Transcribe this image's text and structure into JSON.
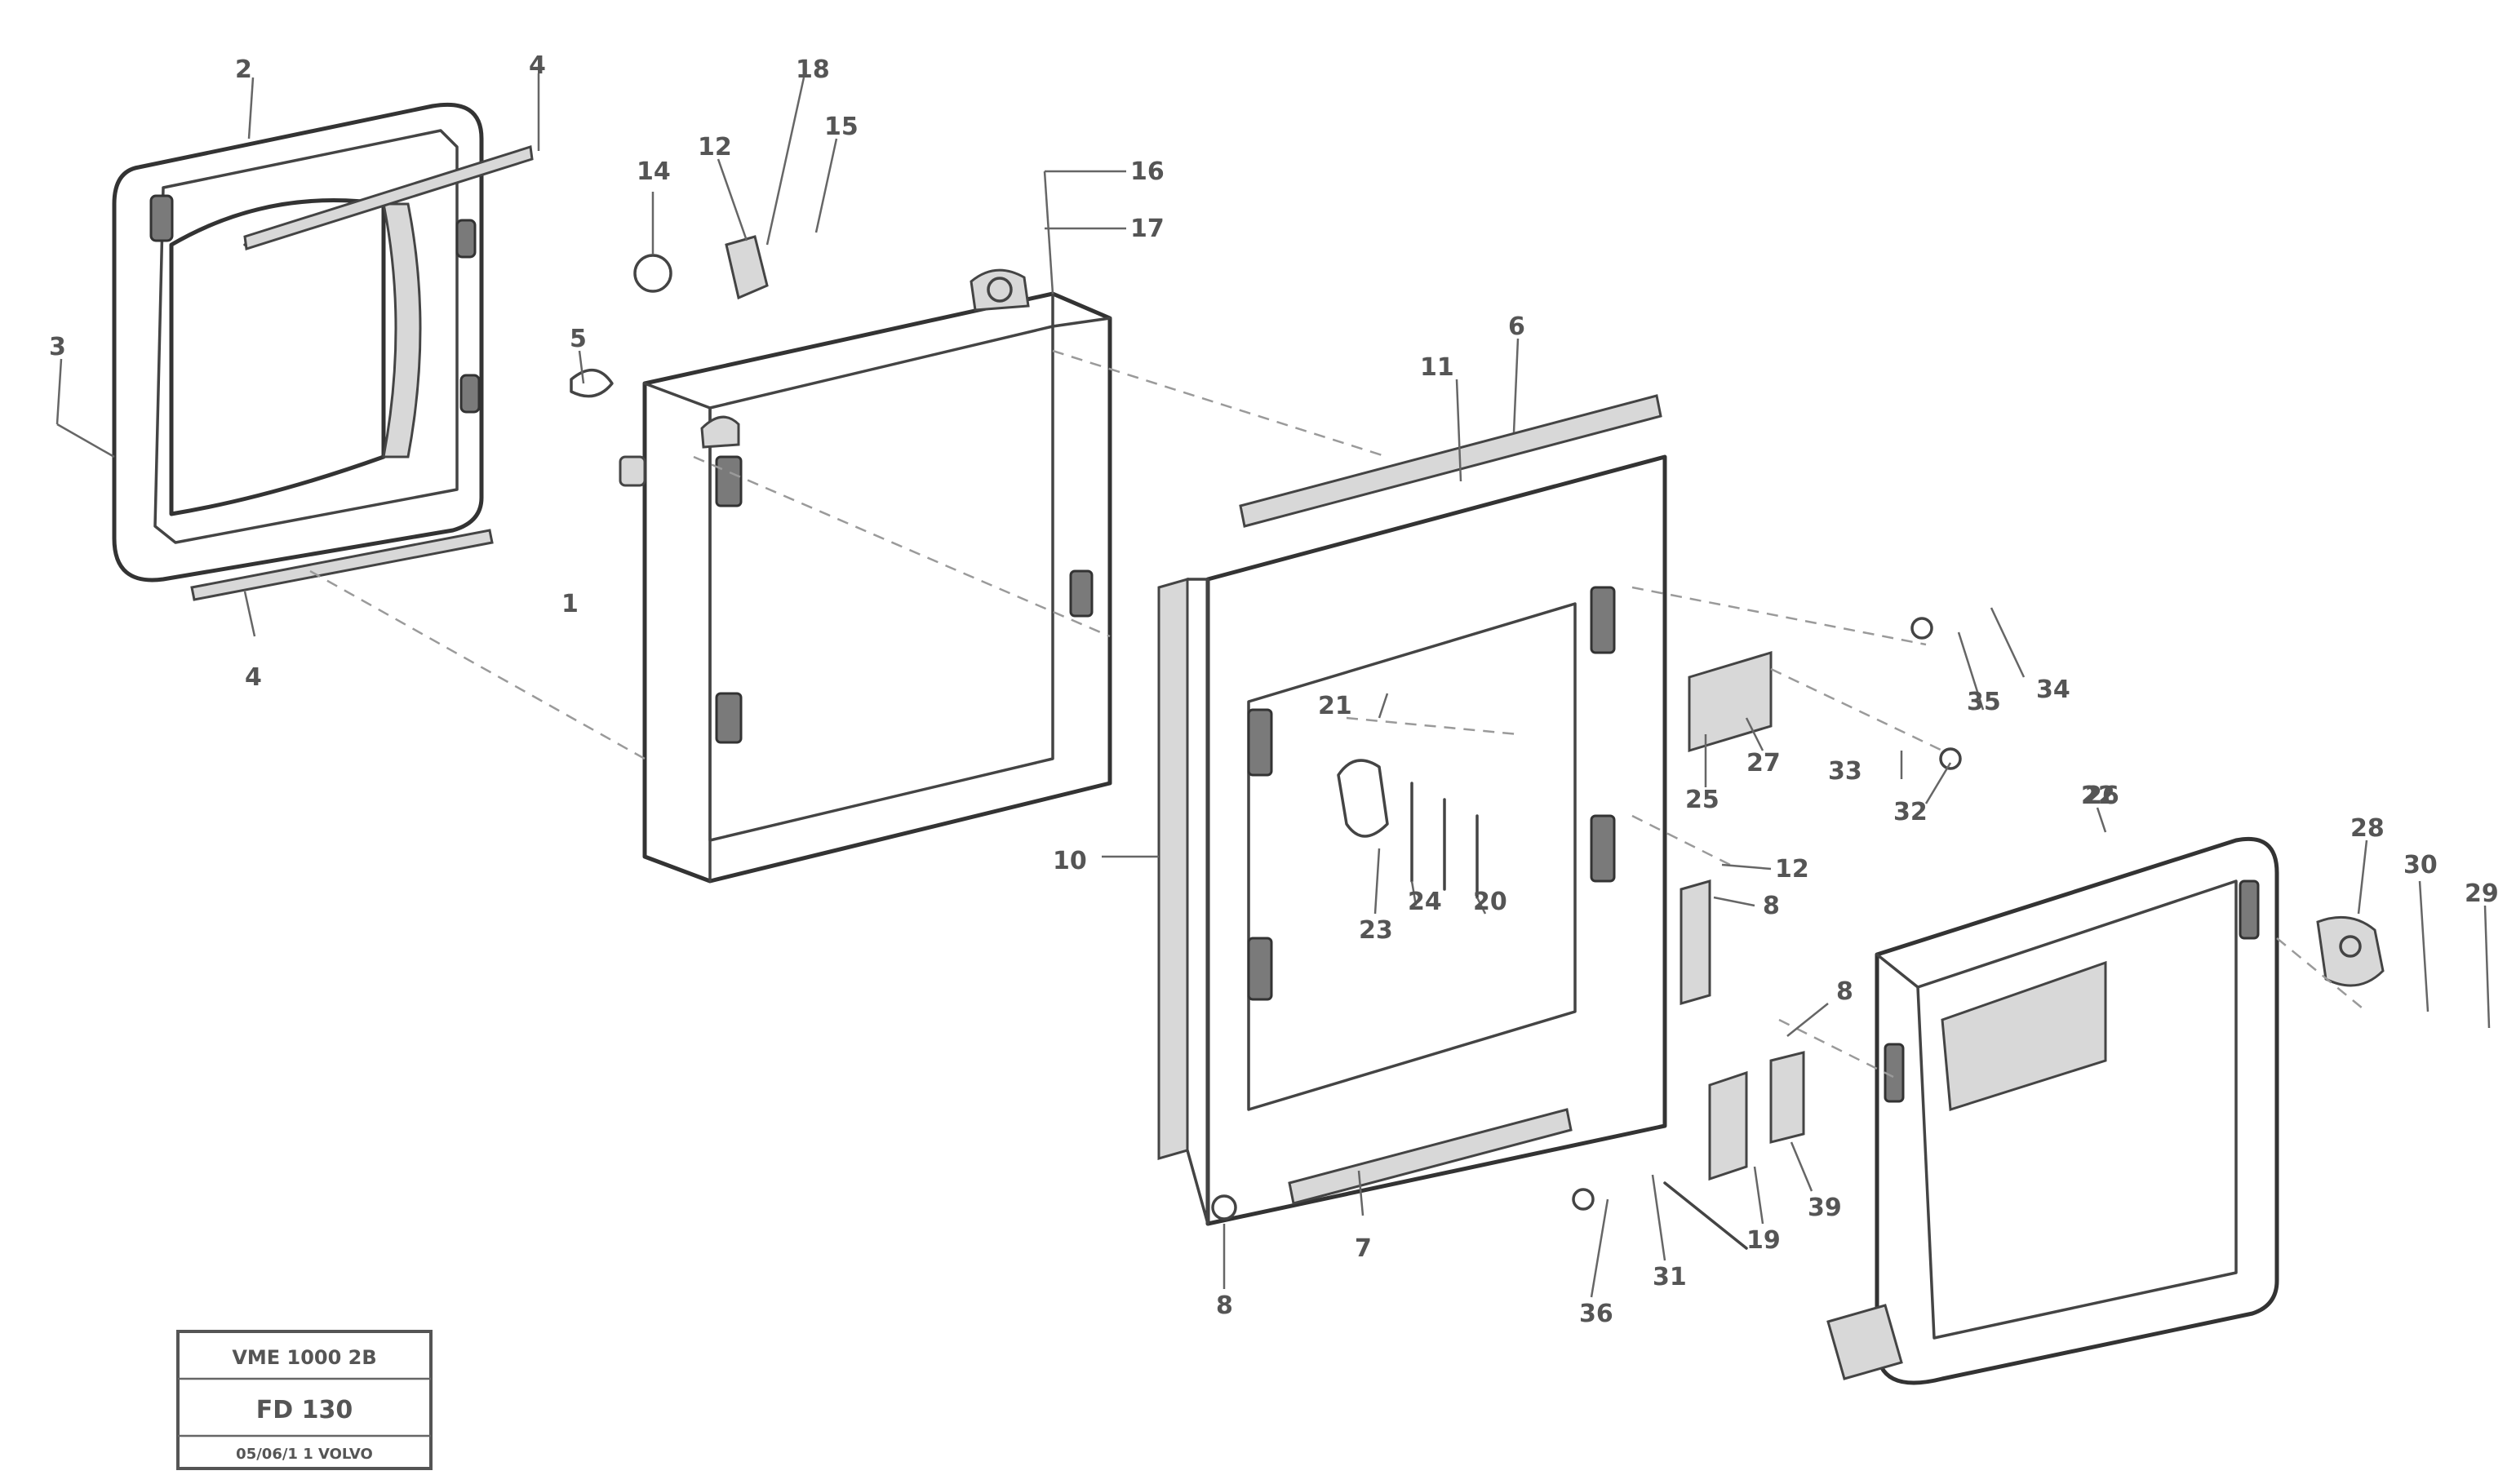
{
  "diagram": {
    "callouts": [
      {
        "id": "c2",
        "text": "2"
      },
      {
        "id": "c4a",
        "text": "4"
      },
      {
        "id": "c3",
        "text": "3"
      },
      {
        "id": "c4b",
        "text": "4"
      },
      {
        "id": "c14",
        "text": "14"
      },
      {
        "id": "c12",
        "text": "12"
      },
      {
        "id": "c18",
        "text": "18"
      },
      {
        "id": "c15",
        "text": "15"
      },
      {
        "id": "c16",
        "text": "16"
      },
      {
        "id": "c17",
        "text": "17"
      },
      {
        "id": "c5",
        "text": "5"
      },
      {
        "id": "c1",
        "text": "1"
      },
      {
        "id": "c11",
        "text": "11"
      },
      {
        "id": "c6",
        "text": "6"
      },
      {
        "id": "c27",
        "text": "27"
      },
      {
        "id": "c34",
        "text": "34"
      },
      {
        "id": "c35",
        "text": "35"
      },
      {
        "id": "c21",
        "text": "21"
      },
      {
        "id": "c25",
        "text": "25"
      },
      {
        "id": "c33",
        "text": "33"
      },
      {
        "id": "c32",
        "text": "32"
      },
      {
        "id": "c23",
        "text": "23"
      },
      {
        "id": "c24",
        "text": "24"
      },
      {
        "id": "c20",
        "text": "20"
      },
      {
        "id": "c22",
        "text": "22"
      },
      {
        "id": "c10",
        "text": "10"
      },
      {
        "id": "c12b",
        "text": "12"
      },
      {
        "id": "c8a",
        "text": "8"
      },
      {
        "id": "c26",
        "text": "26"
      },
      {
        "id": "c28",
        "text": "28"
      },
      {
        "id": "c30",
        "text": "30"
      },
      {
        "id": "c29",
        "text": "29"
      },
      {
        "id": "c7",
        "text": "7"
      },
      {
        "id": "c8b",
        "text": "8"
      },
      {
        "id": "c36",
        "text": "36"
      },
      {
        "id": "c31",
        "text": "31"
      },
      {
        "id": "c19",
        "text": "19"
      },
      {
        "id": "c39",
        "text": "39"
      },
      {
        "id": "c8c",
        "text": "8"
      }
    ]
  },
  "title_block": {
    "line1": "VME 1000 2B",
    "line2": "FD 130",
    "line3": "05/06/1 1 VOLVO"
  }
}
